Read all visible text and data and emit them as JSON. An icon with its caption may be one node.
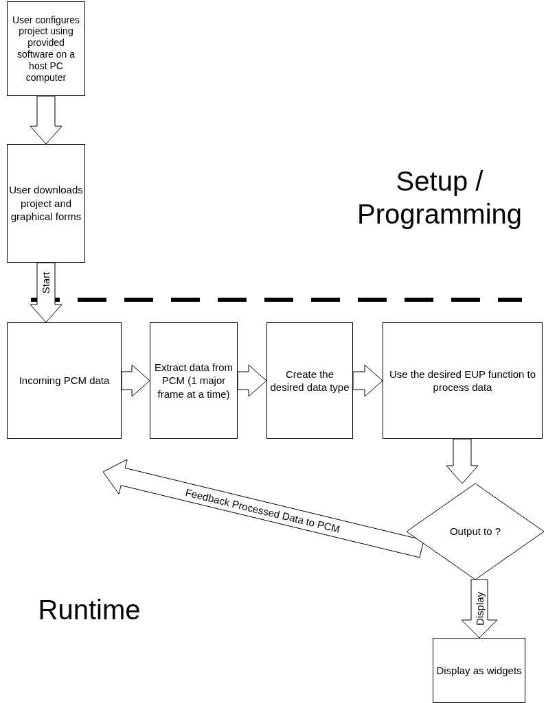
{
  "diagram": {
    "nodes": [
      {
        "text": [
          "User configures project using provided software on a host PC computer"
        ]
      },
      {
        "text": [
          "User downloads project and graphical forms"
        ]
      },
      {
        "text": [
          "Incoming PCM data"
        ]
      },
      {
        "text": [
          "Extract data from PCM (1 major frame at a time)"
        ]
      },
      {
        "text": [
          "Create the desired data type"
        ]
      },
      {
        "text": [
          "Use the desired EUP function to process data"
        ]
      },
      {
        "text": [
          "Output to ?"
        ]
      },
      {
        "text": [
          "Display as widgets"
        ]
      }
    ],
    "edges": [
      {
        "from": 0,
        "to": 1,
        "arrow": "to"
      },
      {
        "from": 1,
        "to": 2,
        "arrow": "to",
        "label": "Start"
      },
      {
        "from": 2,
        "to": 3,
        "arrow": "to"
      },
      {
        "from": 3,
        "to": 4,
        "arrow": "to"
      },
      {
        "from": 4,
        "to": 5,
        "arrow": "to"
      },
      {
        "from": 5,
        "to": 6,
        "arrow": "to"
      },
      {
        "from": 6,
        "to": 2,
        "arrow": "to",
        "label": "Feedback Processed Data to PCM"
      },
      {
        "from": 6,
        "to": 7,
        "arrow": "to",
        "label": "Display"
      }
    ],
    "labels": [
      "Setup / Programming",
      "Runtime"
    ]
  }
}
